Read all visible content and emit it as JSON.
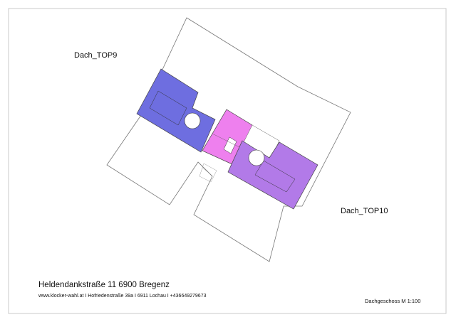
{
  "labels": {
    "top9": "Dach_TOP9",
    "top10": "Dach_TOP10",
    "address": "Heldendankstraße 11 6900 Bregenz",
    "contact": "www.klocker-wahl.at I Hofriedenstraße 39a I 6911 Lochau I +436649279673",
    "scale": "Dachgeschoss M 1:100"
  },
  "colors": {
    "frame": "#c8c8c8",
    "outline": "#707070",
    "top9_fill": "#6e6ee0",
    "stair_fill": "#ee80ee",
    "top10_fill": "#b27ae8"
  }
}
